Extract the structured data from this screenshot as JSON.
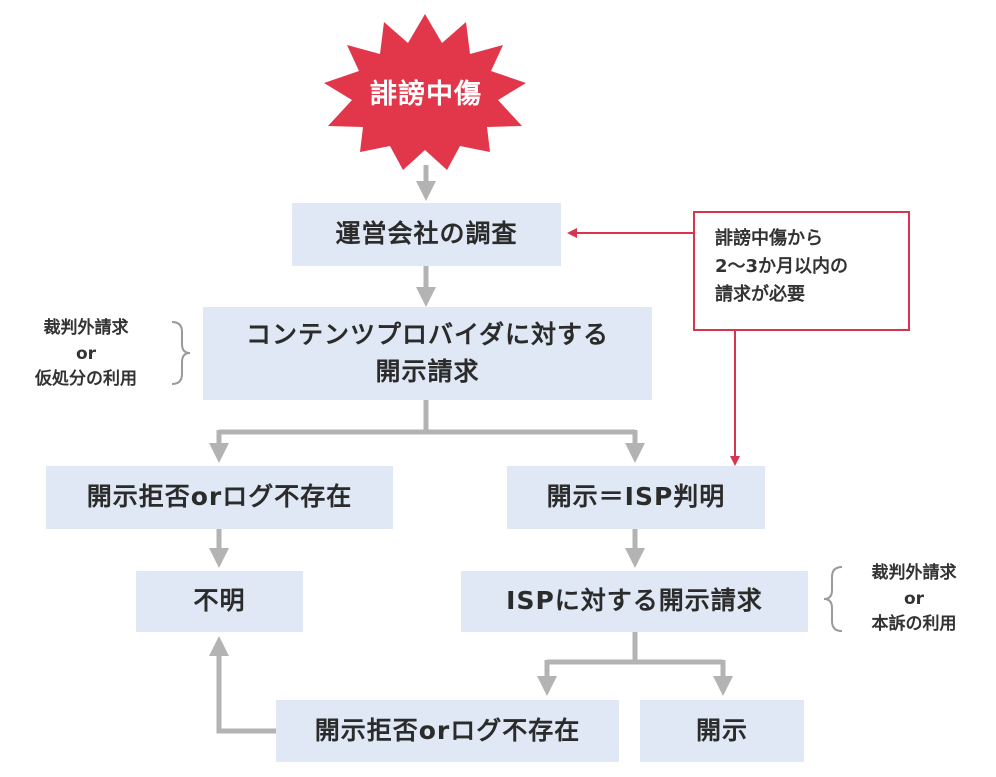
{
  "start": {
    "label": "誹謗中傷"
  },
  "nodes": {
    "investigation": "運営会社の調査",
    "cp_request_line1": "コンテンツプロバイダに対する",
    "cp_request_line2": "開示請求",
    "refusal_left": "開示拒否orログ不存在",
    "isp_identified": "開示＝ISP判明",
    "unknown": "不明",
    "isp_request": "ISPに対する開示請求",
    "refusal_bottom": "開示拒否orログ不存在",
    "disclosure": "開示"
  },
  "side_notes": {
    "left": {
      "line1": "裁判外請求",
      "line2": "or",
      "line3": "仮処分の利用"
    },
    "right": {
      "line1": "裁判外請求",
      "line2": "or",
      "line3": "本訴の利用"
    }
  },
  "deadline_note": {
    "line1": "誹謗中傷から",
    "line2": "2～3か月以内の",
    "line3": "請求が必要"
  },
  "colors": {
    "burst": "#e2364b",
    "box": "#dfe8f4",
    "connector": "#b3b3b3",
    "deadline_border": "#d8344e",
    "bracket": "#9a9a9a"
  }
}
